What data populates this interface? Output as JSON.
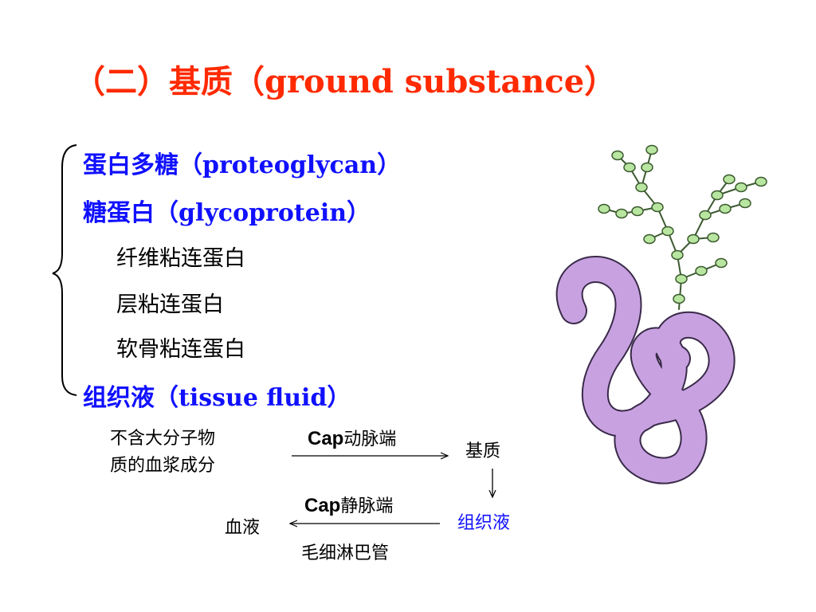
{
  "colors": {
    "title": "#ff2a00",
    "item": "#1010ff",
    "text": "#000000",
    "protein": "#c8a2e0",
    "protein_stroke": "#3a2a4a",
    "sugar": "#b8e6a0",
    "sugar_stroke": "#3c5a30"
  },
  "title": {
    "zh": "（二）基质（",
    "en": "ground substance",
    "close": "）"
  },
  "items": [
    {
      "zh": "蛋白多糖（",
      "en": "proteoglycan",
      "close": "）"
    },
    {
      "zh": "糖蛋白（",
      "en": "glycoprotein",
      "close": "）"
    },
    {
      "zh": "组织液（",
      "en": "tissue fluid",
      "close": "）"
    }
  ],
  "subitems": [
    "纤维粘连蛋白",
    "层粘连蛋白",
    "软骨粘连蛋白"
  ],
  "flow": {
    "source_line1": "不含大分子物",
    "source_line2": "质的血浆成分",
    "arrow1_label_latin": "Cap",
    "arrow1_label_zh": "动脉端",
    "target1": "基质",
    "target2": "组织液",
    "arrow2_label_latin": "Cap",
    "arrow2_label_zh": "静脉端",
    "blood": "血液",
    "lymph": "毛细淋巴管"
  },
  "illustration": {
    "icon": "proteoglycan-molecule-illustration"
  }
}
